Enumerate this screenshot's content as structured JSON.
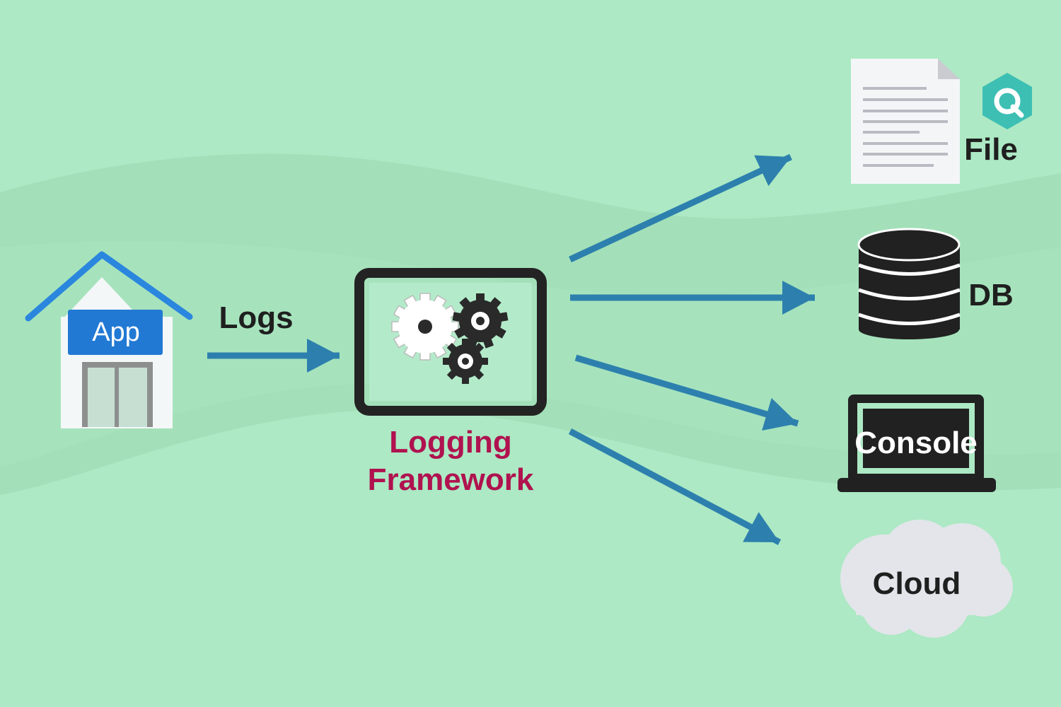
{
  "source": {
    "app_label": "App",
    "edge_label": "Logs"
  },
  "processor": {
    "line1": "Logging",
    "line2": "Framework"
  },
  "destinations": [
    {
      "label": "File"
    },
    {
      "label": "DB"
    },
    {
      "label": "Console"
    },
    {
      "label": "Cloud"
    }
  ],
  "colors": {
    "background": "#ace9c4",
    "band": "#a2dfb9",
    "arrow": "#2d80ad",
    "accent_text": "#b0124f",
    "dark": "#212121",
    "app_blue": "#2179d4",
    "logo_teal": "#3dbfb4"
  }
}
